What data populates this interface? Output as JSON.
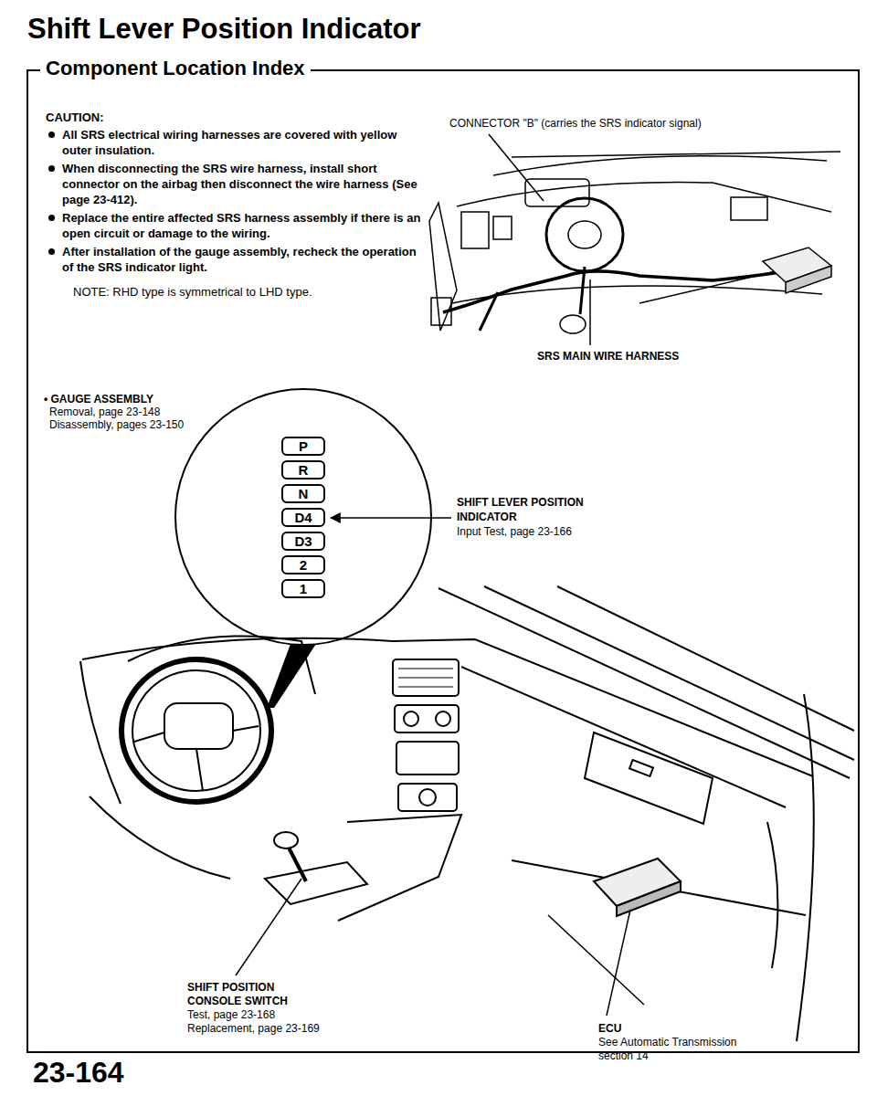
{
  "diagram": {
    "title": "Shift Lever Position Indicator",
    "nodes": [
      {
        "text": [
          "P"
        ]
      },
      {
        "text": [
          "R"
        ]
      },
      {
        "text": [
          "N"
        ]
      },
      {
        "text": [
          "D4"
        ]
      },
      {
        "text": [
          "D3"
        ]
      },
      {
        "text": [
          "2"
        ]
      },
      {
        "text": [
          "1"
        ]
      }
    ],
    "labels": [
      "Component Location Index",
      "CAUTION:",
      "All SRS electrical wiring harnesses are covered with yellow outer insulation.",
      "When disconnecting the SRS wire harness, install short connector on the airbag then disconnect the wire harness (See page 23-412).",
      "Replace the entire affected SRS harness assembly if there is an open circuit or damage to the wiring.",
      "After installation of the gauge assembly, recheck the operation of the SRS indicator light.",
      "NOTE: RHD type is symmetrical to LHD type.",
      "CONNECTOR \"B\" (carries the SRS indicator signal)",
      "SRS MAIN WIRE HARNESS",
      "• GAUGE ASSEMBLY",
      "Removal, page 23-148",
      "Disassembly, pages 23-150",
      "SHIFT LEVER POSITION INDICATOR",
      "Input Test, page 23-166",
      "SHIFT POSITION CONSOLE SWITCH",
      "Test, page 23-168",
      "Replacement, page 23-169",
      "ECU",
      "See Automatic Transmission section 14",
      "23-164"
    ]
  }
}
